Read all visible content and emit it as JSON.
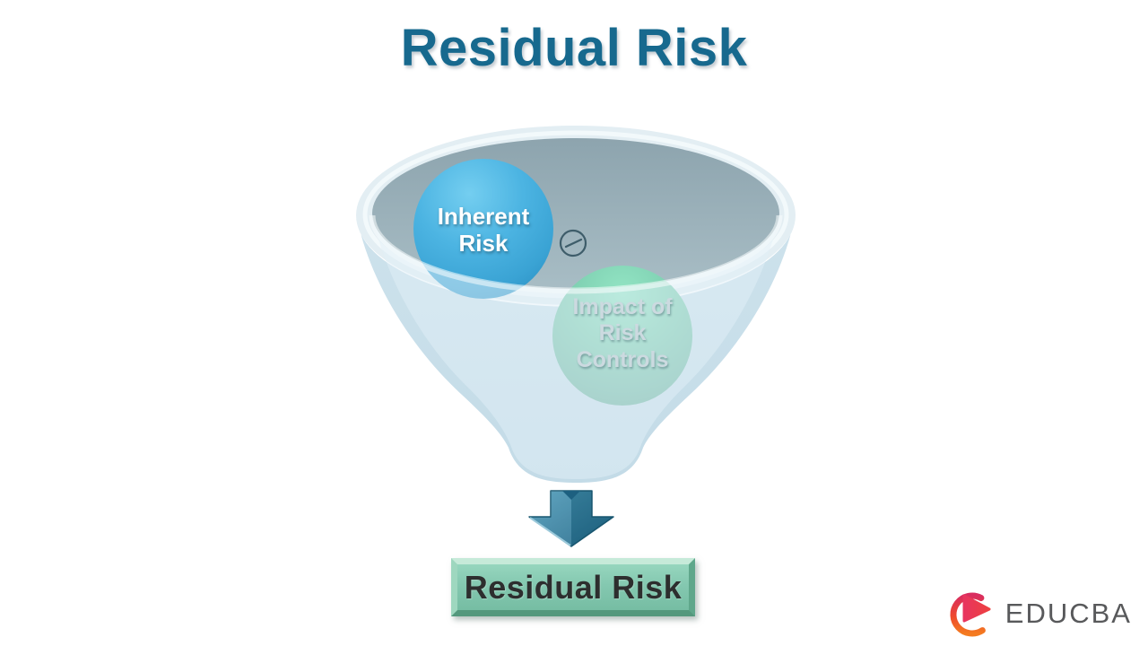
{
  "title": "Residual Risk",
  "funnel": {
    "inherent_circle_label": "Inherent Risk",
    "operator": "minus",
    "impact_circle_label": "Impact of Risk Controls"
  },
  "result": {
    "box_label": "Residual Risk"
  },
  "branding": {
    "wordmark": "EDUCBA"
  },
  "colors": {
    "title_text": "#17698e",
    "funnel_body": "#cbe0ea",
    "funnel_rim": "#e3eef3",
    "funnel_surface": "#9bb1bb",
    "inherent_circle_blue": "#41abd9",
    "impact_circle_green": "#7cc0ab",
    "circle_label_light": "#ccdae0",
    "minus_stroke": "#3e5d6a",
    "arrow_teal": "#2a7b9b",
    "result_box_fill": "#84c8b0",
    "result_box_text": "#2d2e2e",
    "logo_red": "#e62e63",
    "logo_orange": "#f47b20",
    "wordmark_gray": "#58595b"
  }
}
